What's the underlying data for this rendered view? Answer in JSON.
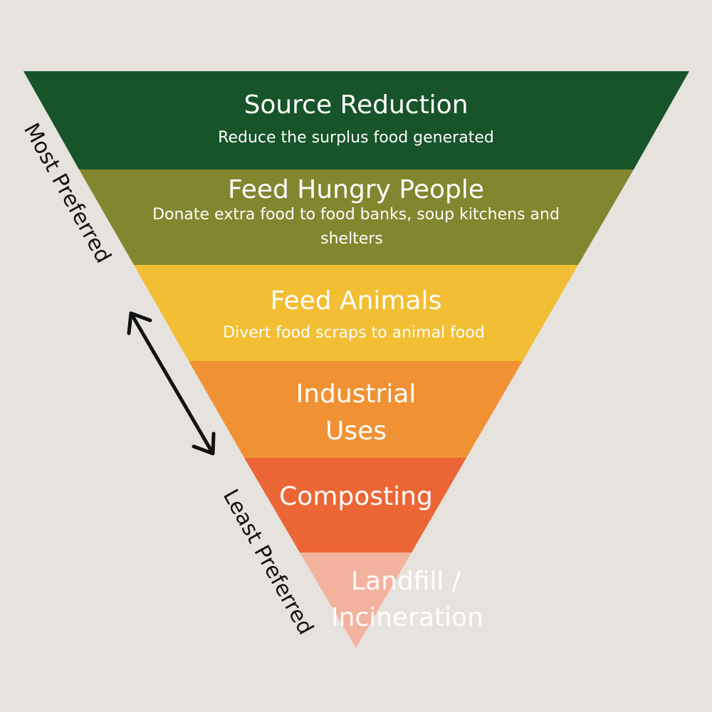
{
  "tiers": [
    {
      "title": "Source Reduction",
      "subtitle": "Reduce the surplus food generated",
      "color": "#175429"
    },
    {
      "title": "Feed Hungry People",
      "subtitle_lines": [
        "Donate extra food to food banks, soup kitchens and",
        "shelters"
      ],
      "color": "#82862f"
    },
    {
      "title": "Feed Animals",
      "subtitle": "Divert food scraps to animal food",
      "color": "#f2be33"
    },
    {
      "title_lines": [
        "Industrial",
        "Uses"
      ],
      "color": "#f09233"
    },
    {
      "title": "Composting",
      "color": "#eb6634"
    },
    {
      "title_lines": [
        "Landfill /",
        "Incineration"
      ],
      "color": "#f3b29d"
    }
  ],
  "scale": {
    "top_label": "Most Preferred",
    "bottom_label": "Least Preferred"
  },
  "colors": {
    "background": "#e6e2dd",
    "arrow": "#111111",
    "text": "#ffffff"
  }
}
